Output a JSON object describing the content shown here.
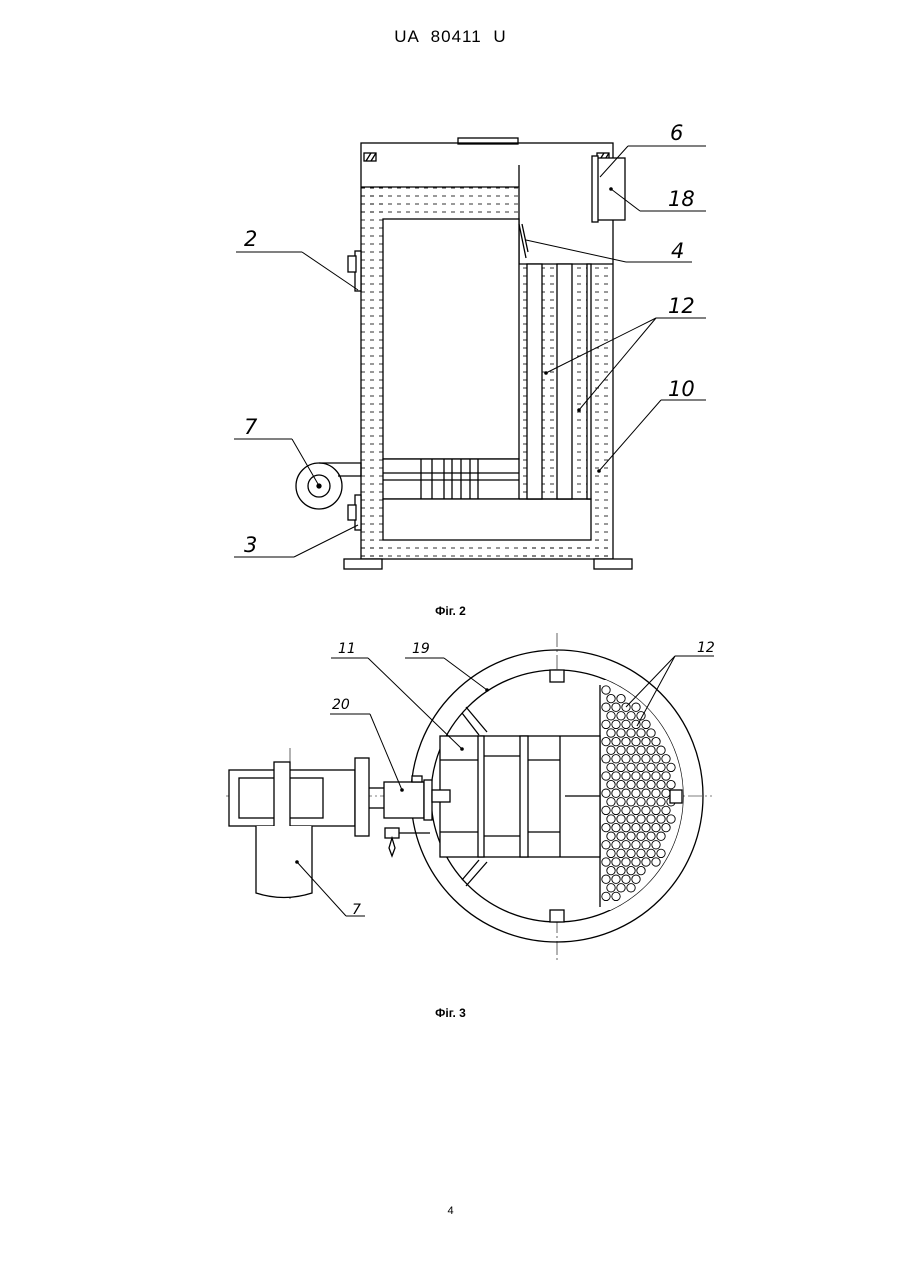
{
  "header": {
    "patent_number": "UA   80411   U"
  },
  "figure2": {
    "caption": "Фіг. 2",
    "refs": {
      "r2": "2",
      "r3": "3",
      "r4": "4",
      "r6": "6",
      "r7": "7",
      "r10": "10",
      "r12": "12",
      "r18": "18"
    }
  },
  "figure3": {
    "caption": "Фіг. 3",
    "refs": {
      "r7": "7",
      "r11": "11",
      "r12": "12",
      "r19": "19",
      "r20": "20"
    }
  },
  "footer": {
    "page_number": "4"
  }
}
